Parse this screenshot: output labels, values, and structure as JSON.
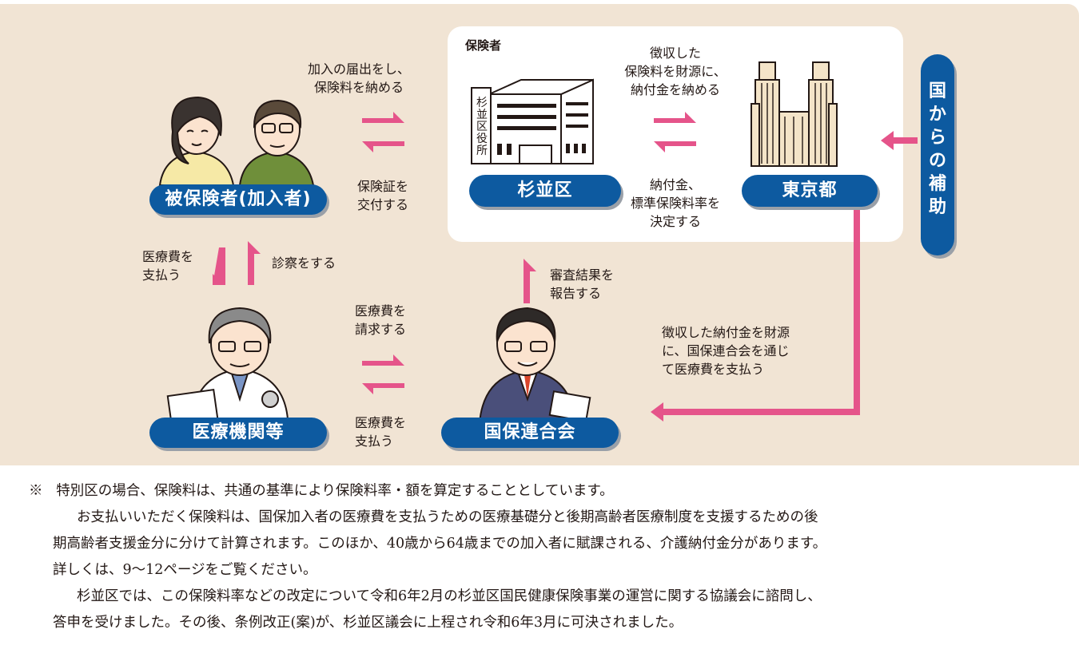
{
  "diagram": {
    "insurer_label": "保険者",
    "nodes": {
      "insured": "被保険者(加入者)",
      "suginami": "杉並区",
      "tokyo": "東京都",
      "medical": "医療機関等",
      "kokuho": "国保連合会",
      "national": "国からの補助"
    },
    "building_sign": "杉並区役所",
    "labels": {
      "enroll": [
        "加入の届出をし、",
        "保険料を納める"
      ],
      "issue_card": [
        "保険証を",
        "交付する"
      ],
      "collect_pay": [
        "徴収した",
        "保険料を財源に、",
        "納付金を納める"
      ],
      "decide_rate": [
        "納付金、",
        "標準保険料率を",
        "決定する"
      ],
      "pay_patient": [
        "医療費を",
        "支払う"
      ],
      "examine": "診察をする",
      "report": [
        "審査結果を",
        "報告する"
      ],
      "bill": [
        "医療費を",
        "請求する"
      ],
      "pay_kokuho": [
        "医療費を",
        "支払う"
      ],
      "fund_via": [
        "徴収した納付金を財源",
        "に、国保連合会を通じ",
        "て医療費を支払う"
      ]
    },
    "colors": {
      "arrow": "#e5548a",
      "pill": "#0d5aa0",
      "panel": "#f1e4d4"
    }
  },
  "notes": {
    "mark": "※",
    "line1": "特別区の場合、保険料は、共通の基準により保険料率・額を算定することとしています。",
    "line2": "お支払いいただく保険料は、国保加入者の医療費を支払うための医療基礎分と後期高齢者医療制度を支援するための後",
    "line3": "期高齢者支援金分に分けて計算されます。このほか、40歳から64歳までの加入者に賦課される、介護納付金分があります。",
    "line4": "詳しくは、9〜12ページをご覧ください。",
    "line5": "杉並区では、この保険料率などの改定について令和6年2月の杉並区国民健康保険事業の運営に関する協議会に諮問し、",
    "line6": "答申を受けました。その後、条例改正(案)が、杉並区議会に上程され令和6年3月に可決されました。"
  }
}
